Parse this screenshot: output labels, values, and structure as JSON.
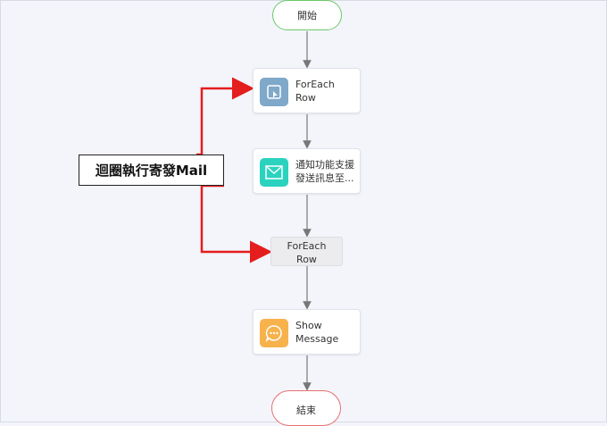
{
  "flow": {
    "start_label": "開始",
    "end_label": "結束",
    "nodes": [
      {
        "label_line1": "ForEach",
        "label_line2": "Row",
        "icon": "foreach-icon",
        "color": "#7fa8c9"
      },
      {
        "label_line1": "通知功能支援",
        "label_line2": "發送訊息至...",
        "icon": "mail-icon",
        "color": "#2bd3bf"
      },
      {
        "label_line1": "ForEach",
        "label_line2": "Row",
        "icon": "loop-end-marker"
      },
      {
        "label_line1": "Show",
        "label_line2": "Message",
        "icon": "chat-icon",
        "color": "#f7b24c"
      }
    ]
  },
  "annotation": {
    "text": "迴圈執行寄發Mail",
    "arrow_color": "#e41d1d"
  },
  "colors": {
    "connector": "#777777",
    "start_border": "#6cc86c",
    "end_border": "#e57070"
  }
}
